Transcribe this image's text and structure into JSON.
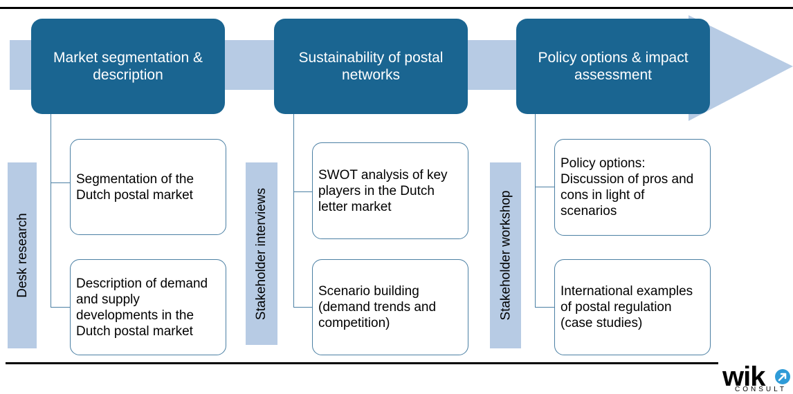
{
  "phases": [
    {
      "label": "Market segmentation & description"
    },
    {
      "label": "Sustainability of postal networks"
    },
    {
      "label": "Policy options & impact assessment"
    }
  ],
  "methods": [
    {
      "label": "Desk research"
    },
    {
      "label": "Stakeholder interviews"
    },
    {
      "label": "Stakeholder workshop"
    }
  ],
  "tasks": [
    {
      "label": "Segmentation of the Dutch postal market"
    },
    {
      "label": "Description of demand and supply developments in the Dutch postal market"
    },
    {
      "label": "SWOT analysis of key players in the Dutch letter market"
    },
    {
      "label": "Scenario building (demand trends and competition)"
    },
    {
      "label": "Policy options: Discussion of pros and cons in light of scenarios"
    },
    {
      "label": "International examples of postal regulation (case studies)"
    }
  ],
  "logo": {
    "wordmark": "wik",
    "subline": "CONSULT"
  },
  "colors": {
    "phase_fill": "#1a6591",
    "arrow_fill": "#b7cbe4",
    "method_fill": "#b7cbe4",
    "connector": "#4a7fa3"
  }
}
